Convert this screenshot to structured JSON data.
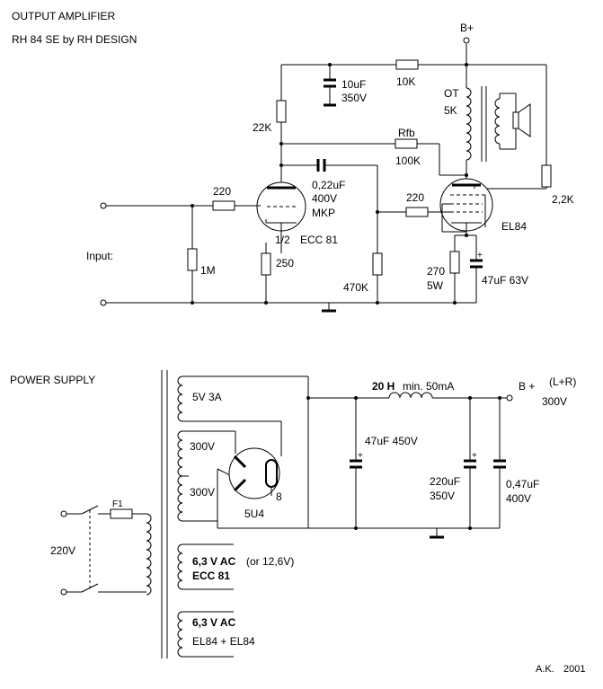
{
  "header": {
    "title": "OUTPUT AMPLIFIER",
    "subtitle": "RH 84 SE  by RH DESIGN"
  },
  "amplifier": {
    "b_plus": "B+",
    "c_10uf": "10uF",
    "c_10uf_v": "350V",
    "r_10k": "10K",
    "ot_name": "OT",
    "ot_value": "5K",
    "r_22k": "22K",
    "rfb_name": "Rfb",
    "rfb_value": "100K",
    "c_coupling": "0,22uF",
    "c_coupling_v": "400V",
    "c_coupling_type": "MKP",
    "r_grid_in": "220",
    "r_grid_out": "220",
    "tube_in_fraction": "1/2",
    "tube_in": "ECC 81",
    "tube_out": "EL84",
    "r_2k2": "2,2K",
    "input_label": "Input:",
    "r_1m": "1M",
    "r_250": "250",
    "r_470k": "470K",
    "r_270": "270",
    "r_270_power": "5W",
    "c_47uf": "47uF  63V",
    "plus_sign": "+"
  },
  "power_supply": {
    "title": "POWER SUPPLY",
    "sec_5v": "5V 3A",
    "sec_300v_a": "300V",
    "sec_300v_b": "300V",
    "rectifier": "5U4",
    "pin_8": "8",
    "fuse": "F1",
    "mains": "220V",
    "choke_value": "20 H",
    "choke_spec": "min. 50mA",
    "c_47uf": "47uF 450V",
    "c_220uf": "220uF",
    "c_220uf_v": "350V",
    "c_047uf": "0,47uF",
    "c_047uf_v": "400V",
    "output_name": "B +",
    "output_channels": "(L+R)",
    "output_voltage": "300V",
    "heater1_voltage": "6,3 V AC",
    "heater1_alt": "(or 12,6V)",
    "heater1_tube": "ECC 81",
    "heater2_voltage": "6,3 V AC",
    "heater2_tubes": "EL84 + EL84",
    "plus_a": "+",
    "plus_b": "+"
  },
  "footer": {
    "author": "A.K.",
    "year": "2001"
  }
}
